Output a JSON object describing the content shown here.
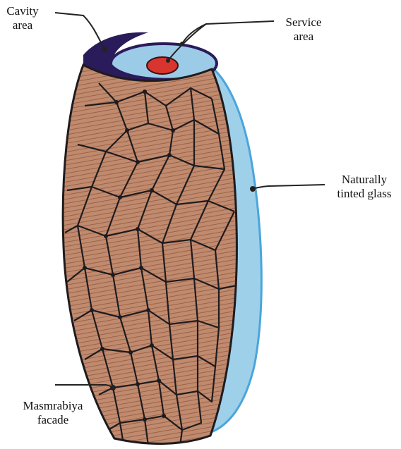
{
  "labels": {
    "cavity": [
      "Cavity",
      "area"
    ],
    "service": [
      "Service",
      "area"
    ],
    "glass": [
      "Naturally",
      "tinted glass"
    ],
    "masmrabiya": [
      "Masmrabiya",
      "facade"
    ]
  },
  "colors": {
    "facade_fill": "#b98166",
    "facade_dark": "#8f5a42",
    "lattice": "#1e1b1e",
    "glass": "#9fd0ea",
    "glass_edge": "#4aa5dc",
    "cavity": "#2a1b5a",
    "service_ring": "#9ccbe8",
    "service_core": "#d8352f",
    "leader": "#222222"
  }
}
